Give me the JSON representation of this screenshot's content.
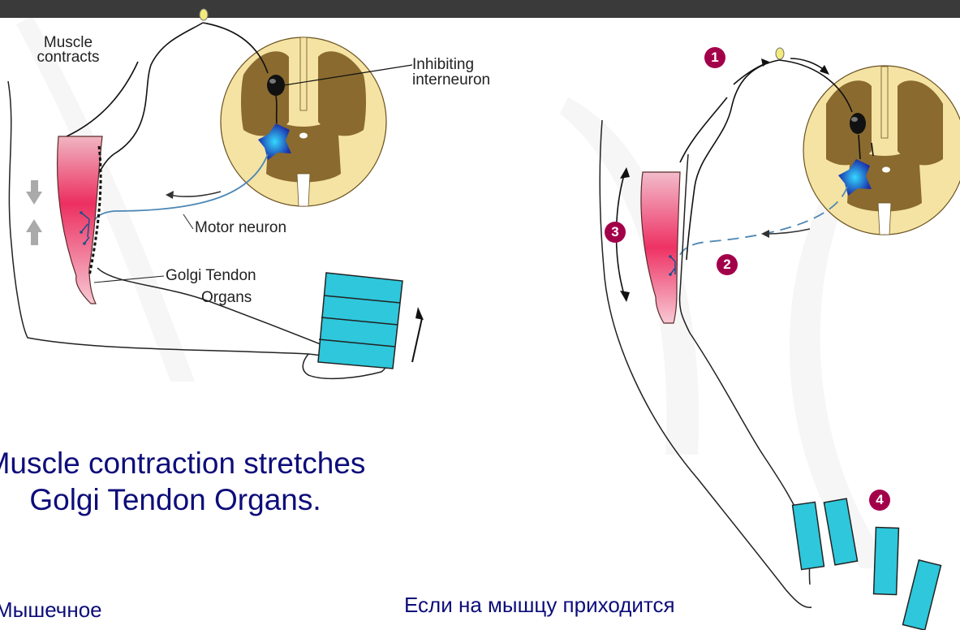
{
  "left_panel": {
    "muscle_label": "Muscle contracts",
    "inhibiting_label": "Inhibiting interneuron",
    "motor_label": "Motor neuron",
    "golgi_label_1": "Golgi Tendon",
    "golgi_label_2": "Organs",
    "caption": "Muscle contraction stretches Golgi Tendon Organs.",
    "russian_fragment": "Мышечное"
  },
  "right_panel": {
    "step_1": "1",
    "step_2": "2",
    "step_3": "3",
    "step_4": "4",
    "russian_fragment": "Если на мышцу приходится"
  },
  "colors": {
    "cord_outer": "#f5e3a3",
    "cord_gray": "#8a6a2f",
    "muscle": "#ef3c6b",
    "weight": "#2ec7db",
    "badge": "#a3004a",
    "caption_text": "#0d0d7a"
  }
}
